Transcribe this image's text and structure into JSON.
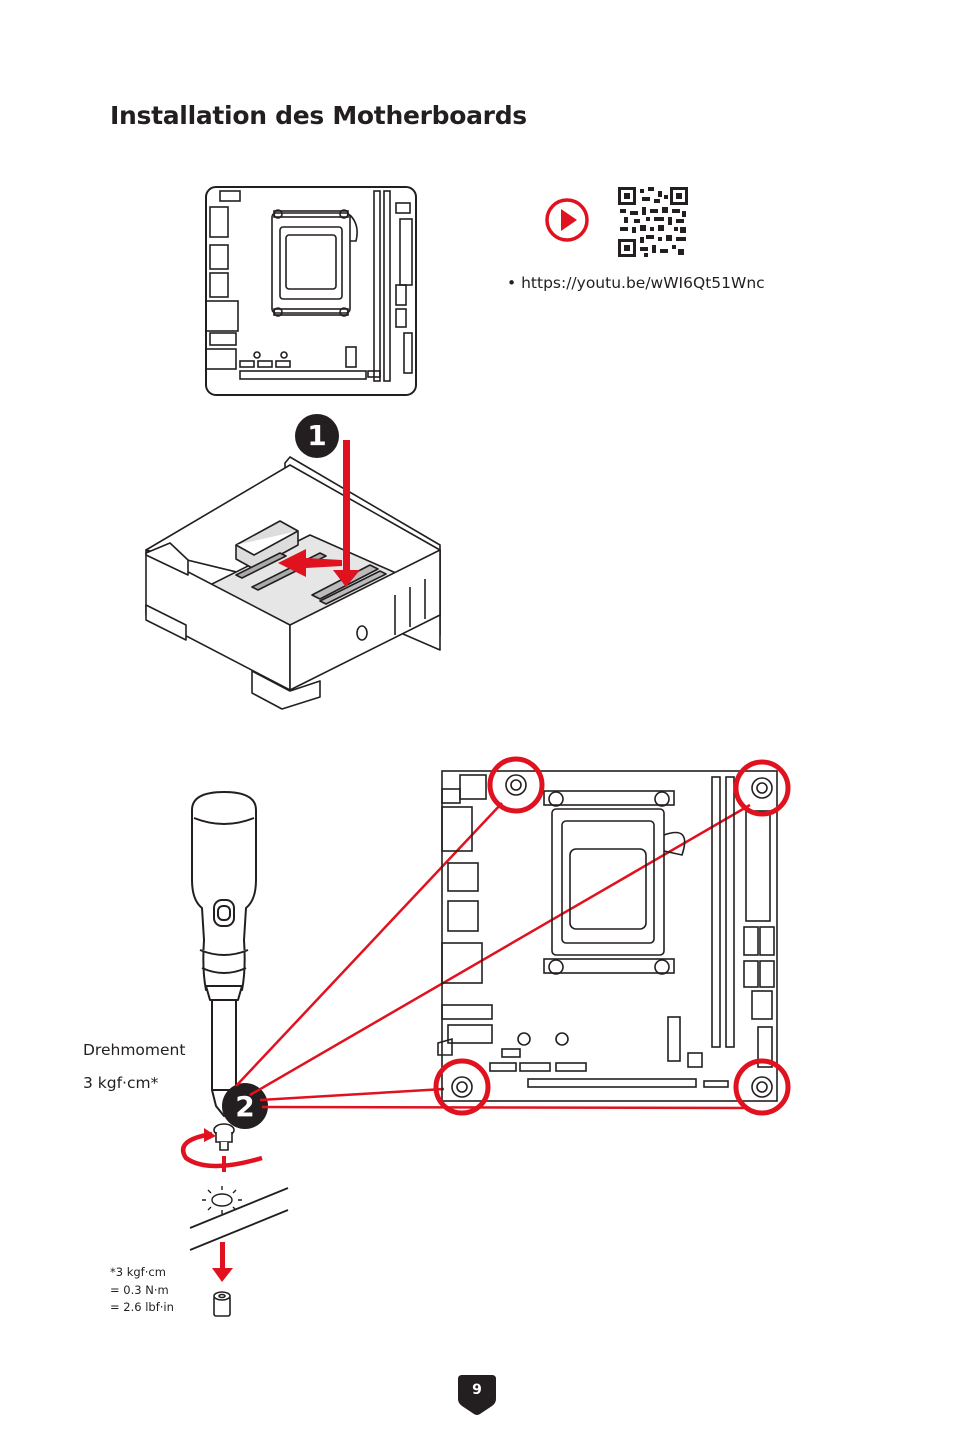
{
  "page": {
    "title": "Installation des Motherboards",
    "number": "9"
  },
  "video": {
    "bullet": "•",
    "url": "https://youtu.be/wWI6Qt51Wnc"
  },
  "steps": [
    "1",
    "2"
  ],
  "torque": {
    "label": "Drehmoment",
    "value": "3 kgf·cm*"
  },
  "conversion": {
    "line1": "*3 kgf·cm",
    "line2": "= 0.3 N·m",
    "line3": "= 2.6 lbf·in"
  },
  "colors": {
    "accent_red": "#e0121f",
    "line": "#231f20",
    "badge": "#231f20"
  }
}
